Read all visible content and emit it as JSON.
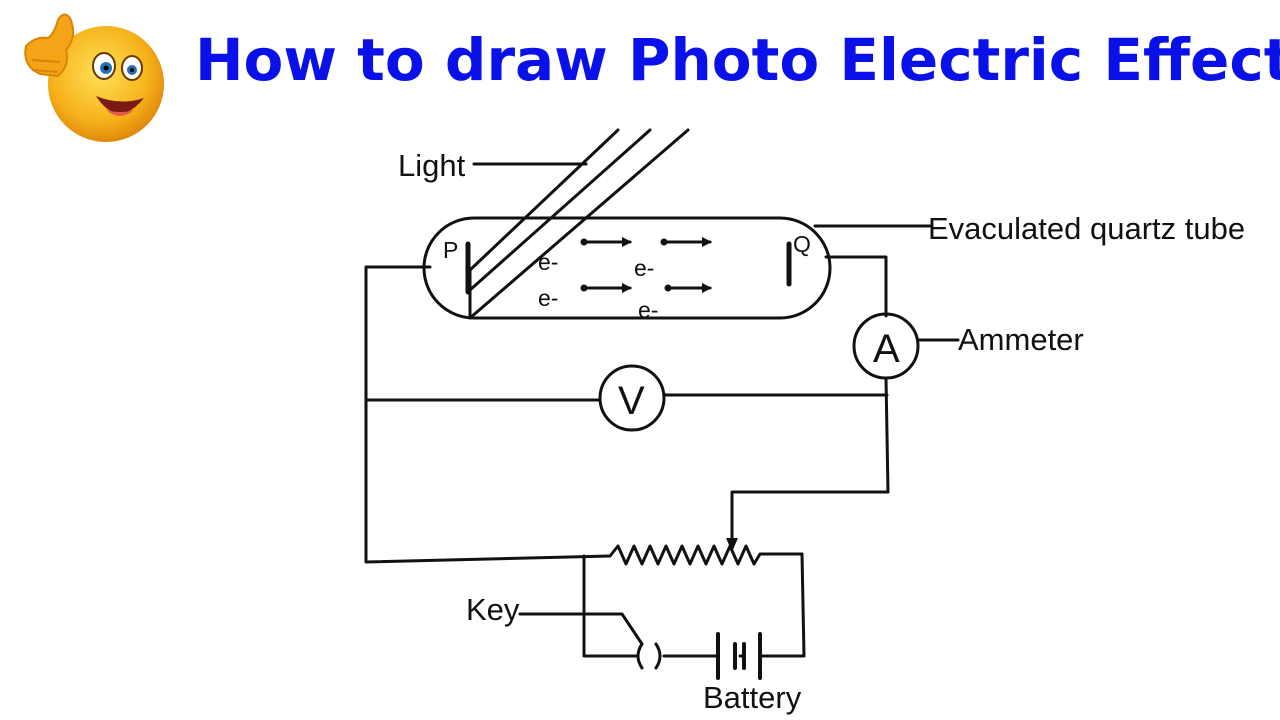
{
  "header": {
    "title": "How to draw Photo Electric Effect",
    "emoji_icon": "thumbs-up-emoji-icon"
  },
  "labels": {
    "light": "Light",
    "tube": "Evaculated quartz tube",
    "ammeter": "Ammeter",
    "key": "Key",
    "battery": "Battery"
  },
  "electrodes": {
    "emitter": "P",
    "collector": "Q"
  },
  "meters": {
    "ammeter_symbol": "A",
    "voltmeter_symbol": "V"
  },
  "electrons": [
    "e-",
    "e-",
    "e-",
    "e-"
  ],
  "key_symbol": "( )",
  "colors": {
    "title": "#0a10e8",
    "ink": "#111111",
    "emoji_face": "#f6b21a",
    "background": "#ffffff"
  }
}
